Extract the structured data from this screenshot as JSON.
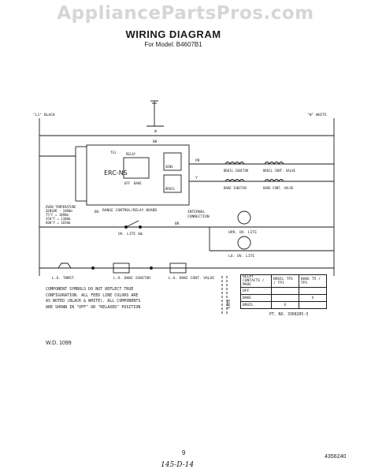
{
  "watermark": "AppliancePartsPros.com",
  "title": "WIRING DIAGRAM",
  "subtitle": "For Model: B4607B1",
  "power": {
    "l1_label": "\"L1\" BLACK",
    "n_label": "\"N\" WHITE",
    "wire_w": "W",
    "wire_bk": "BK",
    "wire_pr": "PR",
    "wire_y": "Y",
    "wire_br": "BR",
    "wire_bu": "BU"
  },
  "control": {
    "erc_label": "ERC-NS",
    "board_label": "RANGE CONTROL/RELAY BOARD",
    "internal_label": "INTERNAL",
    "connection_label": "CONNECTION",
    "sensor_lines": [
      "OVEN TEMPERATURE",
      "SENSOR - 1080Ω",
      "75°F = 1090Ω",
      "350°F = 1300Ω",
      "600°F = 1650Ω"
    ],
    "contact_marks": [
      "TS1",
      "RELAY",
      "OFF",
      "BAKE",
      "SENS",
      "BROIL"
    ]
  },
  "components": {
    "broil_ignitor": "BROIL IGNITOR",
    "broil_valve": "BROIL CONT. VALVE",
    "bake_ignitor": "BAKE IGNITOR",
    "bake_valve": "BAKE CONT. VALVE",
    "ov_lite_sw": "OV. LITE SW.",
    "upr_lite": "UPR. OV. LITE",
    "lo_lite": "LO. OV. LITE",
    "lo_thmst": "L.O. THMST.",
    "lo_bake_ignitor": "L.O. BAKE\nIGNITOR",
    "lo_bake_valve": "L.O. BAKE\nCONT. VALVE"
  },
  "tape_label": "TAPE",
  "relay_table": {
    "headers": [
      "RELAY CONTACTS / MADE",
      "BROIL TP1 / TP1",
      "BAKE T5 / TP1"
    ],
    "rows": [
      {
        "label": "OFF",
        "broil": "",
        "bake": ""
      },
      {
        "label": "BAKE",
        "broil": "",
        "bake": "X"
      },
      {
        "label": "BROIL",
        "broil": "X",
        "bake": ""
      }
    ]
  },
  "part_no": "PT. NO. 3368205-3",
  "note_lines": [
    "COMPONENT SYMBOLS DO NOT REFLECT TRUE",
    "CONFIGURATION. ALL FEED LINE COLORS ARE",
    "AS NOTED (BLACK & WHITE). ALL COMPONENTS",
    "ARE SHOWN IN \"OFF\" OR \"RELAXED\" POSITION"
  ],
  "wd": "W.D. 1099",
  "page_number": "9",
  "handwritten": "145-D-14",
  "doc_number": "4356240"
}
